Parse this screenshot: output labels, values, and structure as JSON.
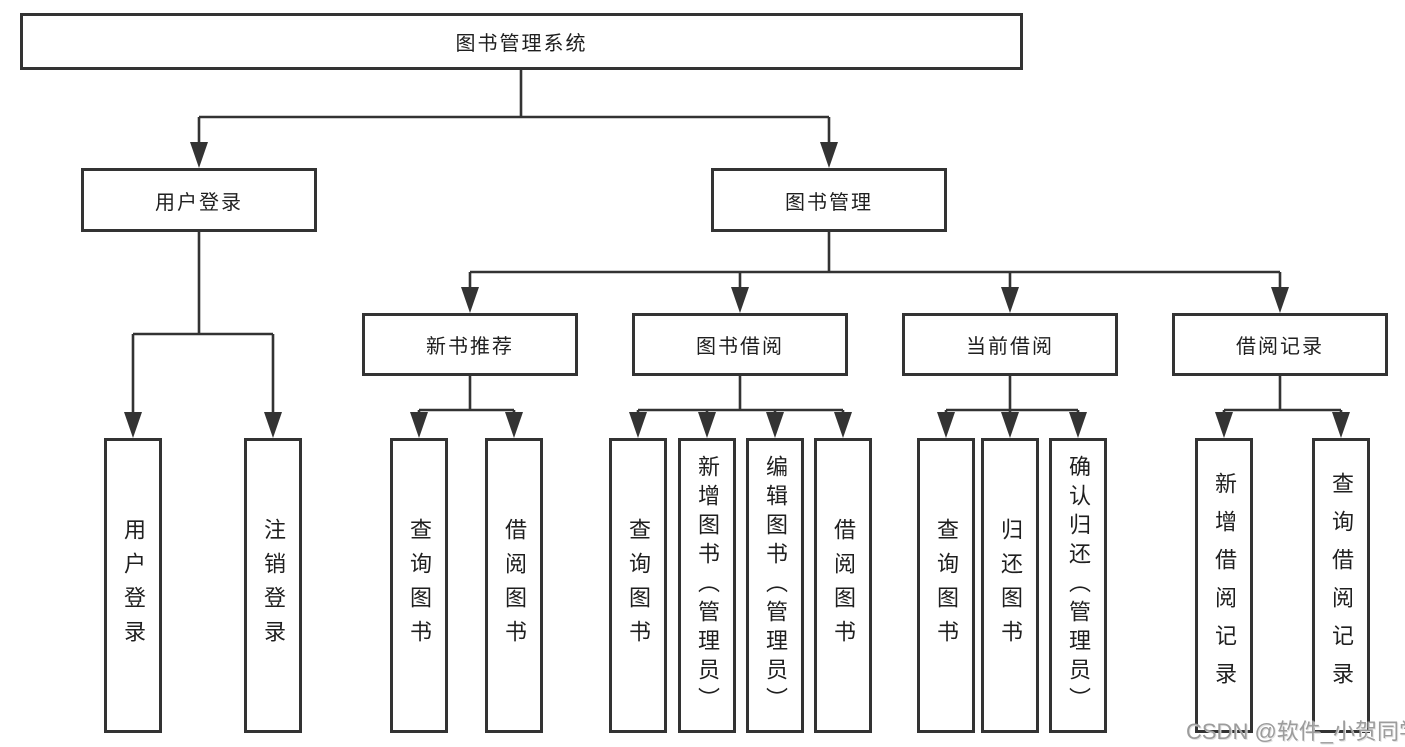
{
  "diagram": {
    "root": {
      "label": "图书管理系统"
    },
    "branches": [
      {
        "label": "用户登录",
        "children": [
          {
            "label": "用户登录"
          },
          {
            "label": "注销登录"
          }
        ]
      },
      {
        "label": "图书管理",
        "children": [
          {
            "label": "新书推荐",
            "children": [
              {
                "label": "查询图书"
              },
              {
                "label": "借阅图书"
              }
            ]
          },
          {
            "label": "图书借阅",
            "children": [
              {
                "label": "查询图书"
              },
              {
                "label": "新增图书（管理员）"
              },
              {
                "label": "编辑图书（管理员）"
              },
              {
                "label": "借阅图书"
              }
            ]
          },
          {
            "label": "当前借阅",
            "children": [
              {
                "label": "查询图书"
              },
              {
                "label": "归还图书"
              },
              {
                "label": "确认归还（管理员）"
              }
            ]
          },
          {
            "label": "借阅记录",
            "children": [
              {
                "label": "新增借阅记录"
              },
              {
                "label": "查询借阅记录"
              }
            ]
          }
        ]
      }
    ]
  },
  "watermark": {
    "text": "CSDN @软件_小贺同学"
  },
  "colors": {
    "line": "#333333",
    "box_border": "#333333",
    "box_fill": "#ffffff",
    "text": "#1f1f1f",
    "watermark": "#9c9c9c",
    "background": "#ffffff"
  }
}
